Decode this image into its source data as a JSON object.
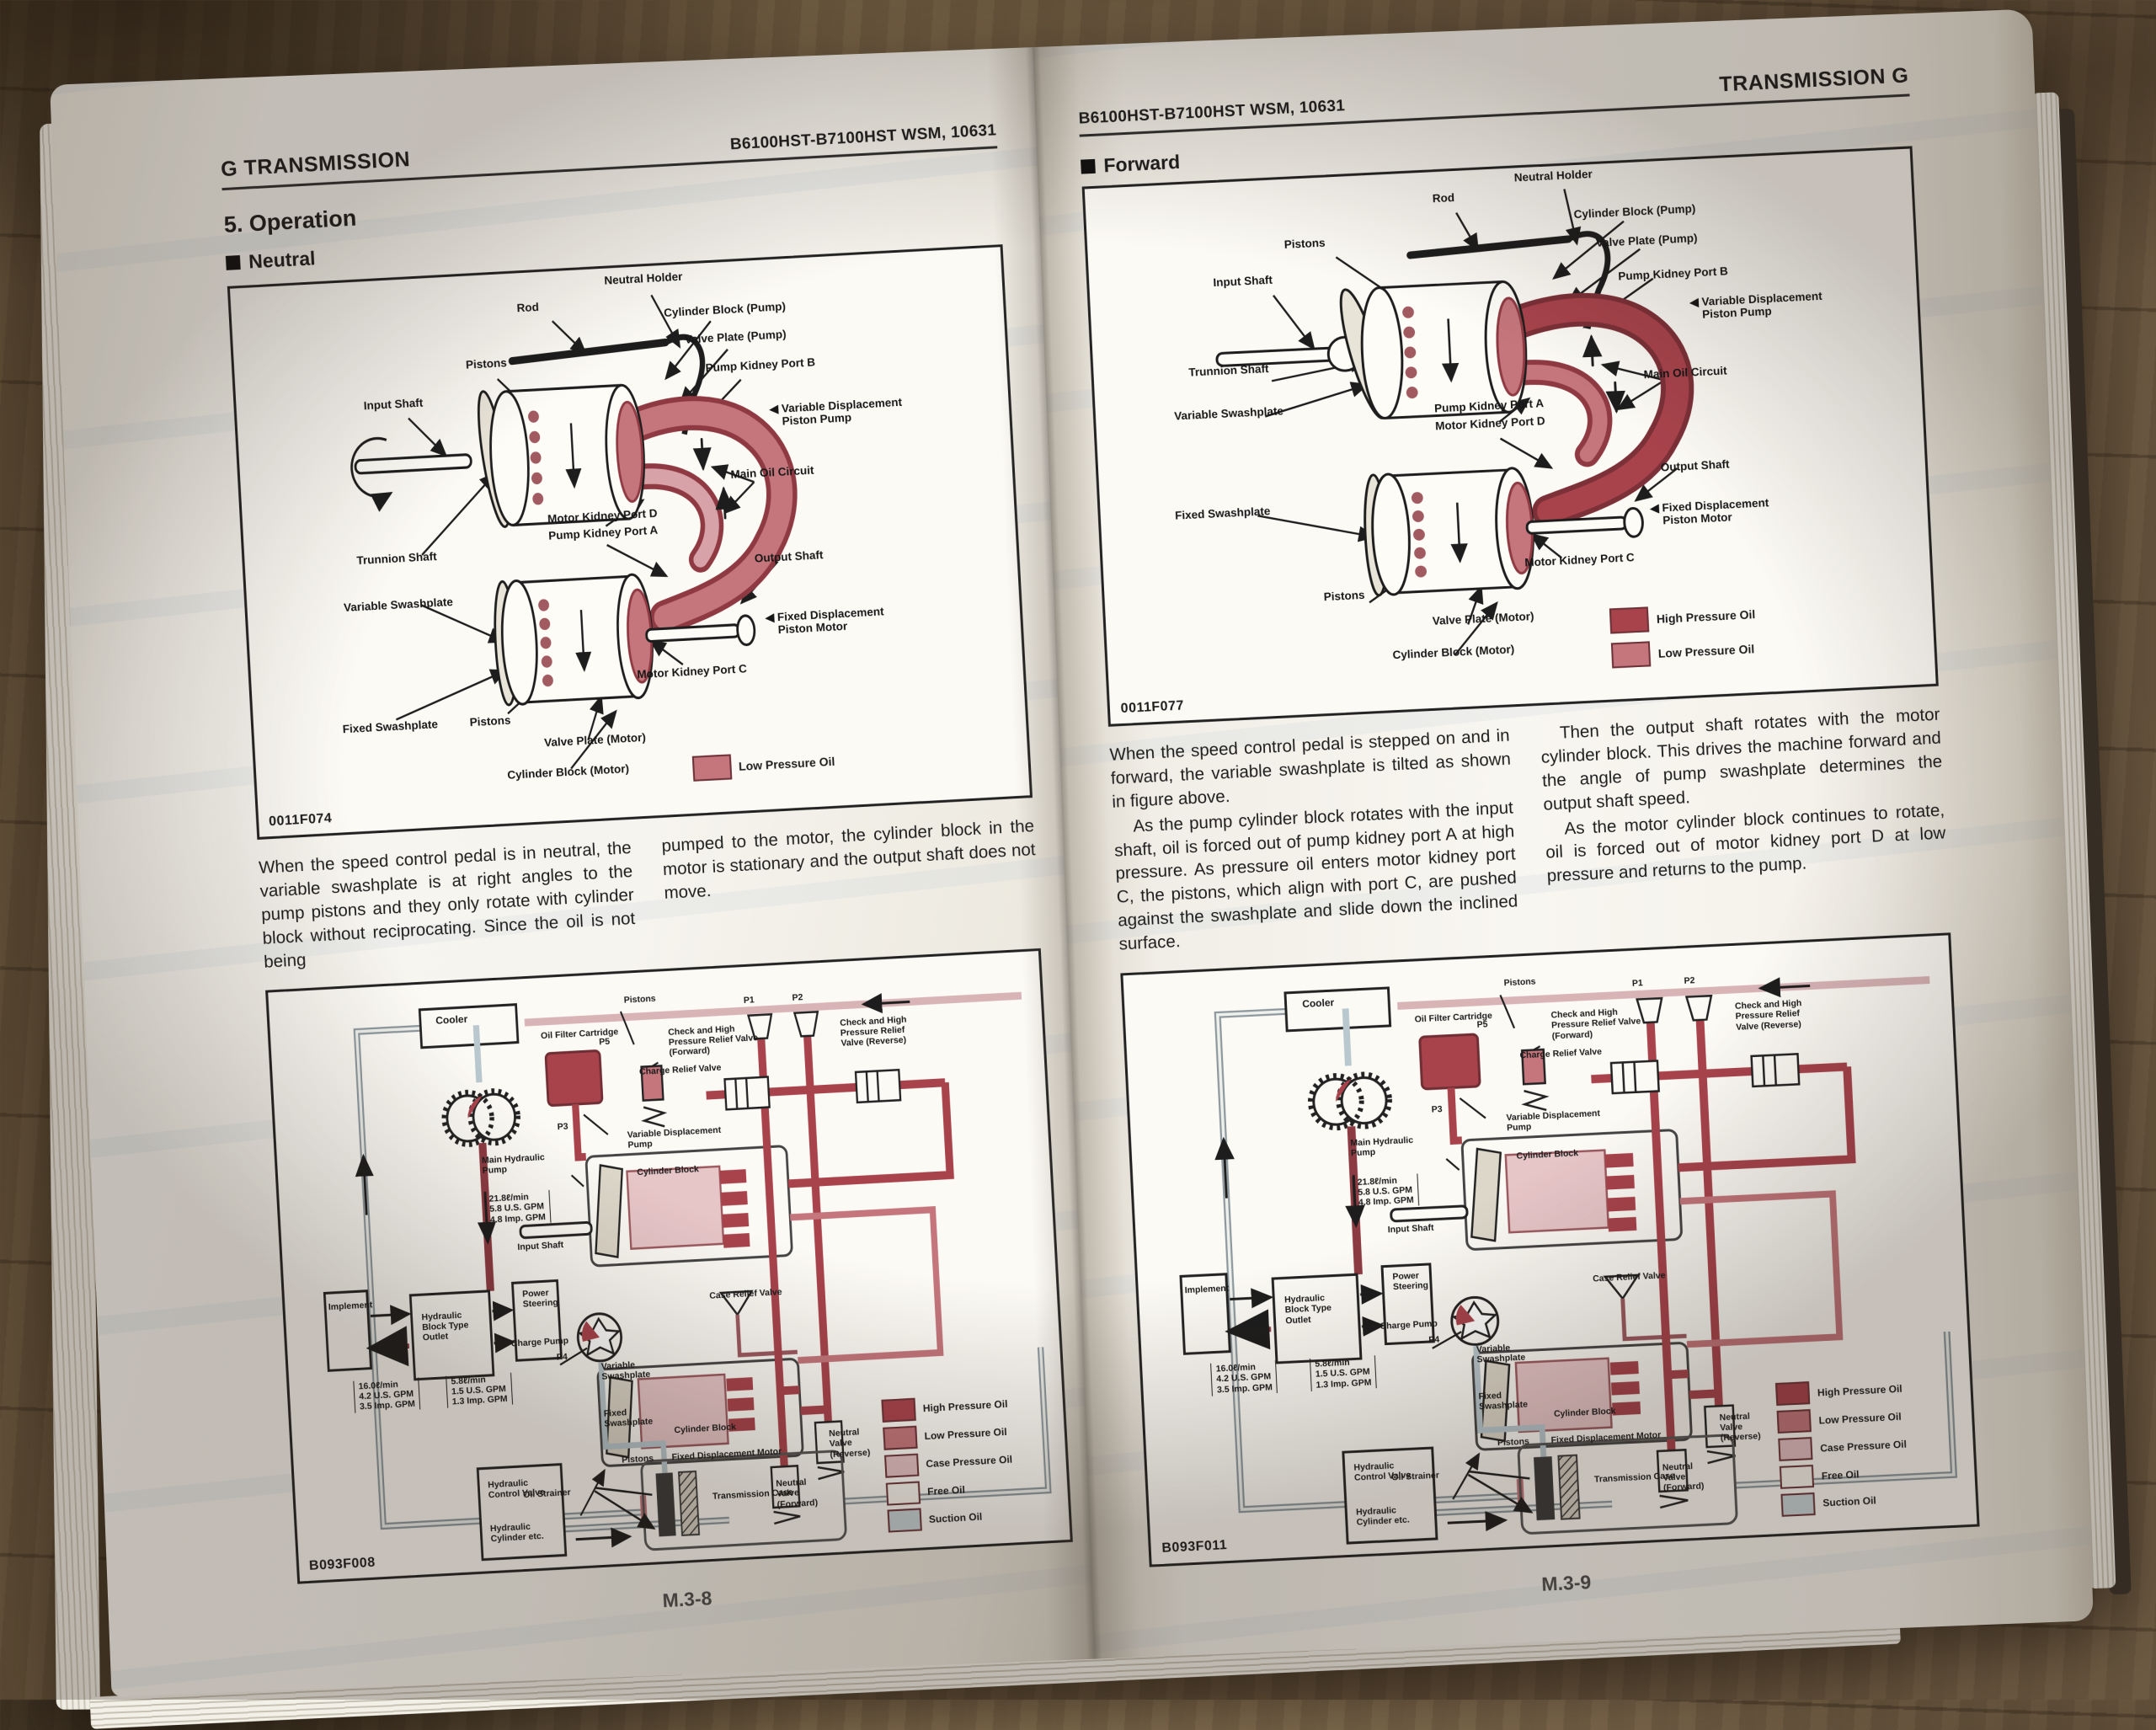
{
  "shared": {
    "model_header": "B6100HST-B7100HST  WSM, 10631"
  },
  "icons": {
    "left_arrow": "◀"
  },
  "hst": {
    "labels": {
      "rod": "Rod",
      "neutral_holder": "Neutral Holder",
      "cylinder_block_pump": "Cylinder Block (Pump)",
      "valve_plate_pump": "Valve Plate (Pump)",
      "pump_kidney_b": "Pump Kidney Port B",
      "pistons": "Pistons",
      "input_shaft": "Input Shaft",
      "variable_displacement_piston_pump": "Variable Displacement\nPiston Pump",
      "main_oil_circuit": "Main Oil Circuit",
      "motor_kidney_d": "Motor Kidney Port D",
      "pump_kidney_a": "Pump Kidney Port A",
      "trunnion_shaft": "Trunnion Shaft",
      "output_shaft": "Output Shaft",
      "variable_swashplate": "Variable Swashplate",
      "fixed_displacement_piston_motor": "Fixed Displacement\nPiston Motor",
      "motor_kidney_c": "Motor Kidney Port C",
      "fixed_swashplate": "Fixed Swashplate",
      "valve_plate_motor": "Valve Plate (Motor)",
      "cylinder_block_motor": "Cylinder Block (Motor)"
    },
    "legend": {
      "high": {
        "label": "High Pressure Oil",
        "color": "#a8434c"
      },
      "low": {
        "label": "Low Pressure Oil",
        "color": "#c4767c"
      }
    }
  },
  "circuit": {
    "labels": {
      "cooler": "Cooler",
      "oil_filter": "Oil Filter Cartridge",
      "pistons": "Pistons",
      "p5": "P5",
      "charge_relief": "Charge Relief Valve",
      "check_fwd": "Check and High\nPressure Relief Valve\n(Forward)",
      "p1": "P1",
      "p2": "P2",
      "check_rev": "Check and High\nPressure Relief\nValve (Reverse)",
      "p3": "P3",
      "vdp": "Variable Displacement\nPump",
      "cylinder_block": "Cylinder Block",
      "main_pump": "Main Hydraulic\nPump",
      "spec_main": "21.8ℓ/min\n5.8 U.S. GPM\n4.8 Imp. GPM",
      "implement": "Implement",
      "input_shaft": "Input Shaft",
      "power_steering": "Power\nSteering",
      "hbo": "Hydraulic\nBlock Type\nOutlet",
      "charge_pump": "Charge Pump",
      "spec_outlet": "16.0ℓ/min\n4.2 U.S. GPM\n3.5 Imp. GPM",
      "spec_charge": "5.8ℓ/min\n1.5 U.S. GPM\n1.3 Imp. GPM",
      "p4": "P4",
      "variable_swashplate": "Variable\nSwashplate",
      "case_relief": "Case Relief Valve",
      "fixed_swashplate": "Fixed\nSwashplate",
      "cylinder_block2": "Cylinder Block",
      "pistons2": "Pistons",
      "fdm": "Fixed Displacement Motor",
      "oil_strainer": "Oil Strainer",
      "trans_case": "Transmission Case",
      "nv_fwd": "Neutral\nValve\n(Forward)",
      "nv_rev": "Neutral\nValve\n(Reverse)",
      "hcv": "Hydraulic\nControl Valve",
      "hcyl": "Hydraulic\nCylinder  etc."
    },
    "legend": [
      {
        "label": "High Pressure Oil",
        "color": "#a8434c"
      },
      {
        "label": "Low Pressure Oil",
        "color": "#c4767c"
      },
      {
        "label": "Case Pressure Oil",
        "color": "#e2c0c3"
      },
      {
        "label": "Free Oil",
        "color": "#f7f5ee"
      },
      {
        "label": "Suction Oil",
        "color": "#c9d4d9"
      }
    ]
  },
  "book": {
    "left_page": {
      "header_section": "G TRANSMISSION",
      "section_heading": "5. Operation",
      "subsection": "Neutral",
      "top_figure_code": "0011F074",
      "body": {
        "col1_p1": "When the speed control pedal is in neutral, the variable swashplate is at right angles to the pump pistons and they only rotate with cylinder block without reciprocating.  Since the oil is not being",
        "col2_p1": "pumped to the motor, the cylinder block in the motor is stationary and the output shaft does not move."
      },
      "bottom_figure_code": "B093F008",
      "page_number": "M.3-8"
    },
    "right_page": {
      "header_section": "TRANSMISSION G",
      "subsection": "Forward",
      "top_figure_code": "0011F077",
      "body": {
        "col1_p1": "When the speed control pedal is stepped on and in forward, the variable swashplate is tilted as shown in figure above.",
        "col1_p2": "As the pump cylinder block rotates with the input shaft, oil is forced out of pump kidney port A at high pressure.  As pressure oil enters motor kidney port C, the pistons, which align with port C, are pushed against the swashplate and slide down the inclined surface.",
        "col2_p1": "Then the output shaft rotates with the motor cylinder block.  This drives the machine forward and the angle of pump swashplate determines the output shaft speed.",
        "col2_p2": "As the motor cylinder block continues to rotate, oil is forced out of motor kidney port D at low pressure and returns to the pump."
      },
      "bottom_figure_code": "B093F011",
      "page_number": "M.3-9"
    }
  }
}
